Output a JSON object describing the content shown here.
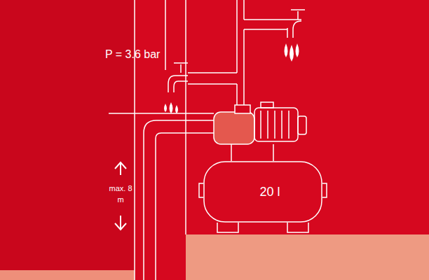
{
  "diagram": {
    "nodes": [
      {
        "text": [
          "20 l"
        ]
      }
    ],
    "labels": [
      "P = 3.6 bar",
      "max. 8 m"
    ]
  }
}
